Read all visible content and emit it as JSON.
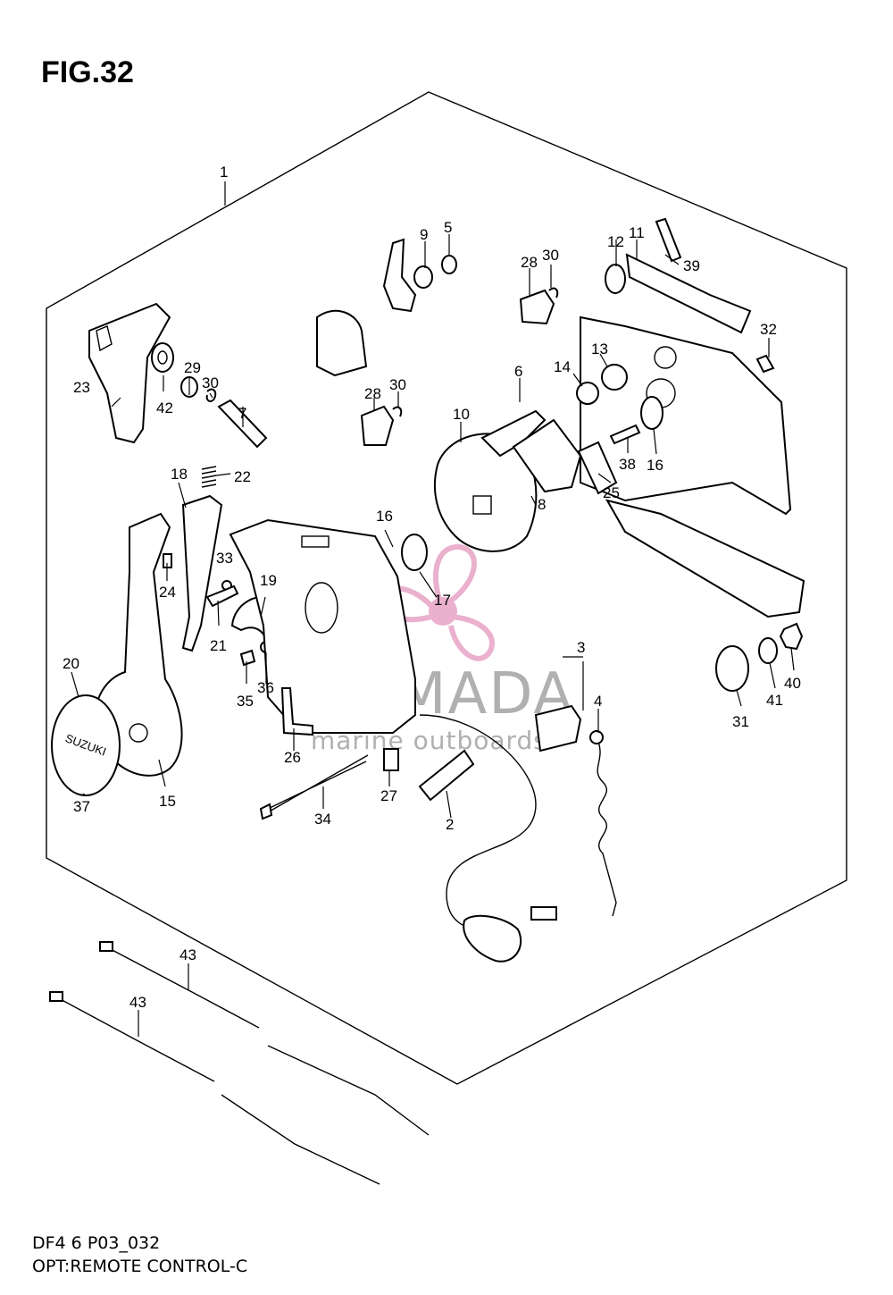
{
  "figure": {
    "title": "FIG.32",
    "code": "DF4 6 P03_032",
    "name": "OPT:REMOTE CONTROL-C"
  },
  "watermark": {
    "brand": "ARMADA",
    "tagline": "marine outboards",
    "color_main": "#b0b0b0",
    "color_logo": "#e8a8c8"
  },
  "callouts": {
    "c1": "1",
    "c2": "2",
    "c3": "3",
    "c4": "4",
    "c5": "5",
    "c6": "6",
    "c7": "7",
    "c8": "8",
    "c9": "9",
    "c10": "10",
    "c11": "11",
    "c12": "12",
    "c13": "13",
    "c14": "14",
    "c15": "15",
    "c16a": "16",
    "c16b": "16",
    "c17": "17",
    "c18": "18",
    "c19": "19",
    "c20": "20",
    "c21": "21",
    "c22": "22",
    "c23": "23",
    "c24": "24",
    "c25": "25",
    "c26": "26",
    "c27": "27",
    "c28a": "28",
    "c28b": "28",
    "c29": "29",
    "c30a": "30",
    "c30b": "30",
    "c30c": "30",
    "c31": "31",
    "c32": "32",
    "c33": "33",
    "c34": "34",
    "c35": "35",
    "c36": "36",
    "c37": "37",
    "c38": "38",
    "c39": "39",
    "c40": "40",
    "c41": "41",
    "c42": "42",
    "c43a": "43",
    "c43b": "43"
  },
  "handle_logo": "SUZUKI"
}
